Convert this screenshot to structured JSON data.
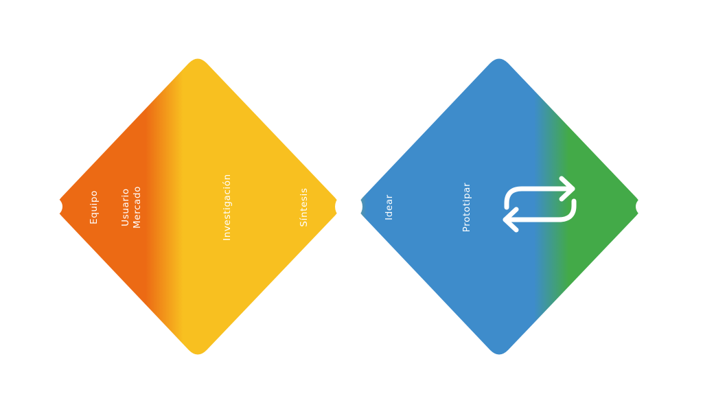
{
  "diagram": {
    "type": "double-diamond",
    "colors": {
      "orange": "#EC6A14",
      "yellow": "#F8C020",
      "blue": "#3E8CCB",
      "green": "#43AA48",
      "text": "#FFFFFF",
      "background": "#FFFFFF"
    },
    "left_diamond": {
      "labels": {
        "equipo": "Equipo",
        "usuario": "Usuario",
        "mercado": "Mercado",
        "investigacion": "Investigación",
        "sintesis": "Síntesis"
      }
    },
    "right_diamond": {
      "labels": {
        "idear": "Idear",
        "prototipar": "Prototipar"
      },
      "icon": "repeat-cycle-icon"
    }
  }
}
